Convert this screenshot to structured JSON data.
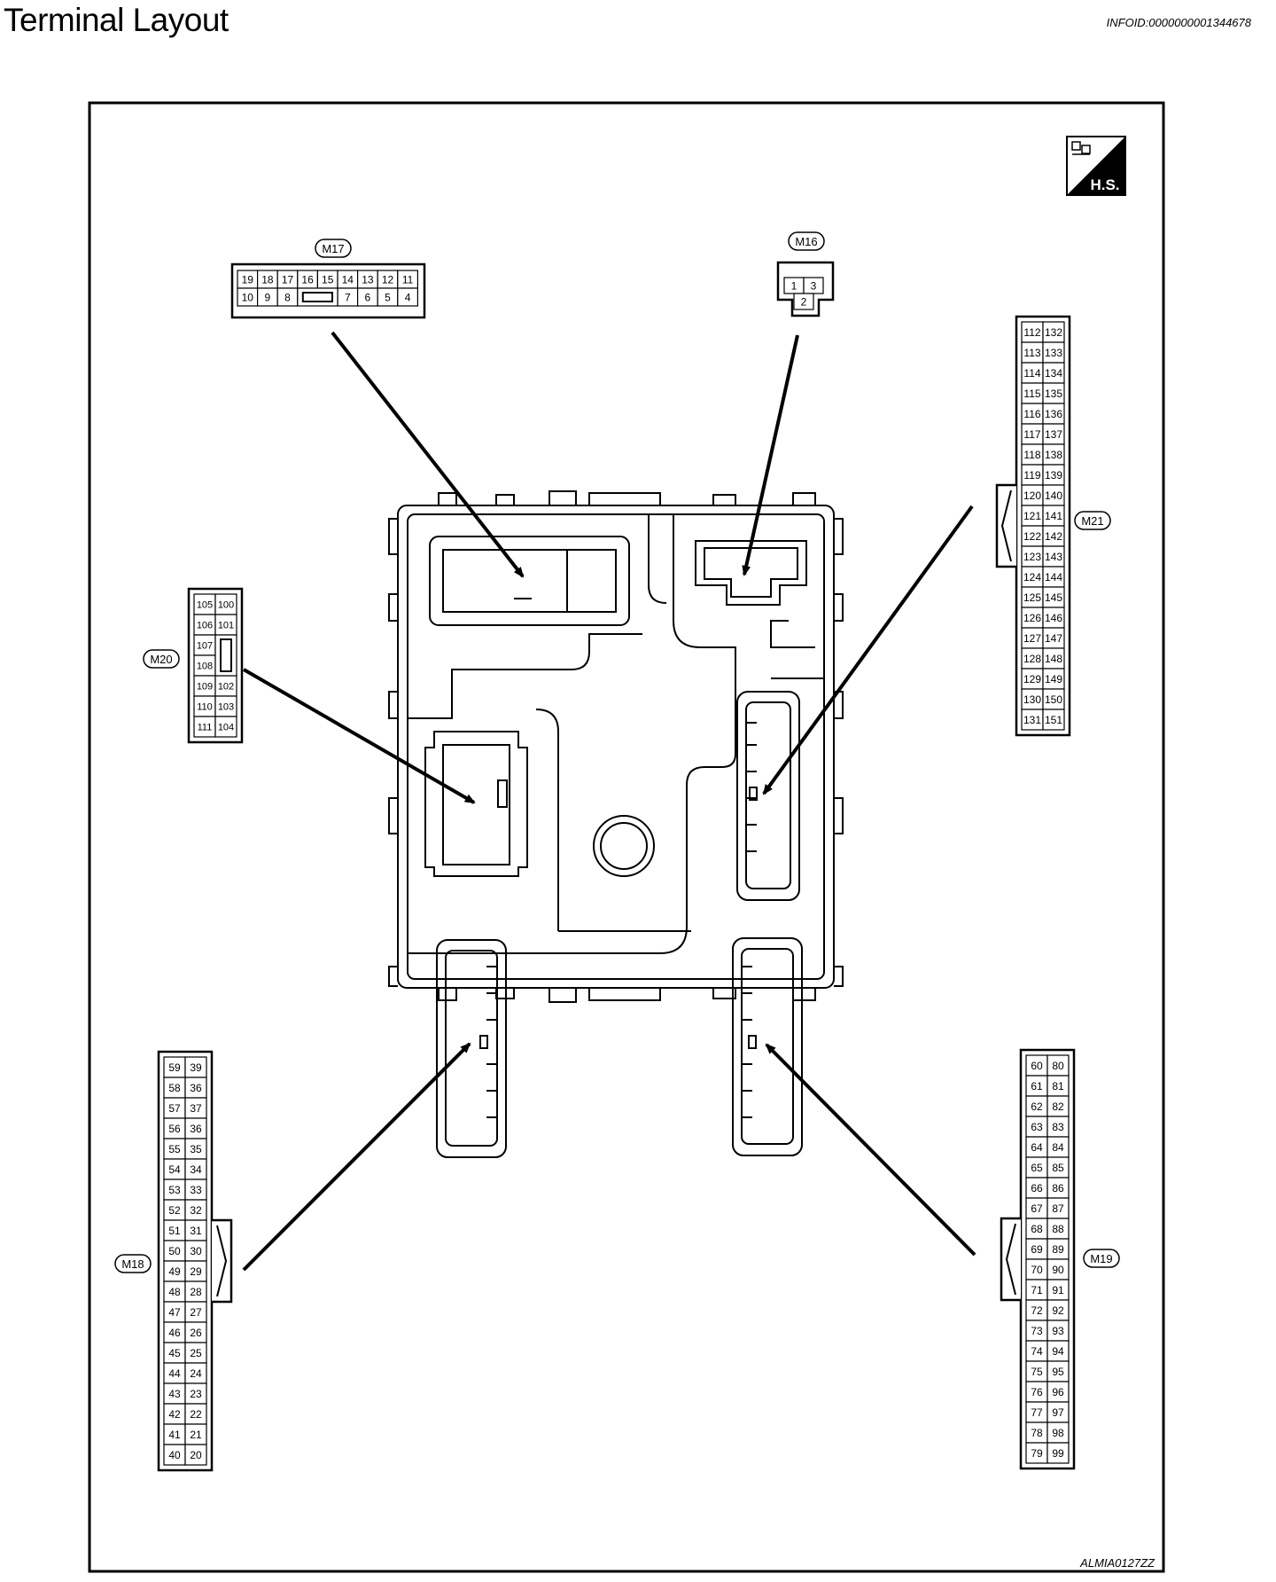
{
  "header": {
    "title": "Terminal Layout",
    "info_id": "INFOID:0000000001344678"
  },
  "badge": {
    "label": "H.S."
  },
  "figure_code": "ALMIA0127ZZ",
  "connectors": {
    "m16": {
      "label": "M16",
      "pins": [
        "1",
        "3",
        "2"
      ]
    },
    "m17": {
      "label": "M17",
      "top_row": [
        "19",
        "18",
        "17",
        "16",
        "15",
        "14",
        "13",
        "12",
        "11"
      ],
      "bottom_row": [
        "10",
        "9",
        "8",
        "7",
        "6",
        "5",
        "4"
      ]
    },
    "m18": {
      "label": "M18",
      "left_col": [
        "59",
        "58",
        "57",
        "56",
        "55",
        "54",
        "53",
        "52",
        "51",
        "50",
        "49",
        "48",
        "47",
        "46",
        "45",
        "44",
        "43",
        "42",
        "41",
        "40"
      ],
      "right_col": [
        "39",
        "36",
        "37",
        "36",
        "35",
        "34",
        "33",
        "32",
        "31",
        "30",
        "29",
        "28",
        "27",
        "26",
        "25",
        "24",
        "23",
        "22",
        "21",
        "20"
      ]
    },
    "m19": {
      "label": "M19",
      "left_col": [
        "60",
        "61",
        "62",
        "63",
        "64",
        "65",
        "66",
        "67",
        "68",
        "69",
        "70",
        "71",
        "72",
        "73",
        "74",
        "75",
        "76",
        "77",
        "78",
        "79"
      ],
      "right_col": [
        "80",
        "81",
        "82",
        "83",
        "84",
        "85",
        "86",
        "87",
        "88",
        "89",
        "90",
        "91",
        "92",
        "93",
        "94",
        "95",
        "96",
        "97",
        "98",
        "99"
      ]
    },
    "m20": {
      "label": "M20",
      "left_col": [
        "105",
        "106",
        "107",
        "108",
        "109",
        "110",
        "111"
      ],
      "right_col": [
        "100",
        "101",
        "102",
        "103",
        "104"
      ]
    },
    "m21": {
      "label": "M21",
      "left_col": [
        "112",
        "113",
        "114",
        "115",
        "116",
        "117",
        "118",
        "119",
        "120",
        "121",
        "122",
        "123",
        "124",
        "125",
        "126",
        "127",
        "128",
        "129",
        "130",
        "131"
      ],
      "right_col": [
        "132",
        "133",
        "134",
        "135",
        "136",
        "137",
        "138",
        "139",
        "140",
        "141",
        "142",
        "143",
        "144",
        "145",
        "146",
        "147",
        "148",
        "149",
        "150",
        "151"
      ]
    }
  }
}
